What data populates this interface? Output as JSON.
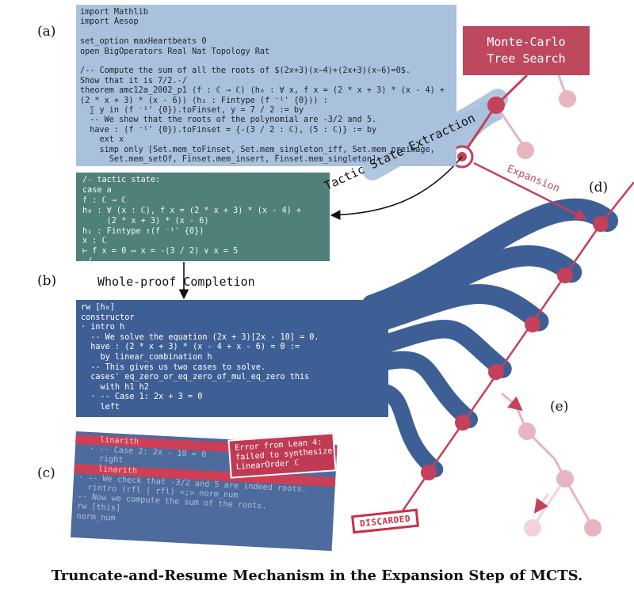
{
  "labels": {
    "a": "(a)",
    "b": "(b)",
    "c": "(c)",
    "d": "(d)",
    "e": "(e)"
  },
  "mcts_title": [
    "Monte-Carlo",
    "Tree Search"
  ],
  "arrows": {
    "expansion": "Expansion",
    "tactic_state_extraction": "Tactic State Extraction",
    "whole_proof_completion": "Whole-proof Completion"
  },
  "code_a": [
    "import Mathlib",
    "import Aesop",
    "",
    "set_option maxHeartbeats 0",
    "open BigOperators Real Nat Topology Rat",
    "",
    "/-- Compute the sum of all the roots of $(2x+3)(x−4)+(2x+3)(x−6)=0$.",
    "Show that it is 7/2.-/",
    "theorem amc12a_2002_p1 (f : ℂ → ℂ) (h₀ : ∀ x, f x = (2 * x + 3) * (x - 4) +",
    "(2 * x + 3) * (x - 6)) (h₁ : Fintype (f ⁻¹' {0})) :",
    "  ∑ y in (f ⁻¹' {0}).toFinset, y = 7 / 2 := by",
    "  -- We show that the roots of the polynomial are -3/2 and 5.",
    "  have : (f ⁻¹' {0}).toFinset = {-(3 / 2 : ℂ), (5 : ℂ)} := by",
    "    ext x",
    "    simp only [Set.mem_toFinset, Set.mem_singleton_iff, Set.mem_preimage,",
    "      Set.mem_setOf, Finset.mem_insert, Finset.mem_singleton]"
  ],
  "tactic_state": [
    "/- tactic state:",
    "case a",
    "f : ℂ → ℂ",
    "h₀ : ∀ (x : ℂ), f x = (2 * x + 3) * (x - 4) +",
    "     (2 * x + 3) * (x - 6)",
    "h₁ : Fintype ↑(f ⁻¹' {0})",
    "x : ℂ",
    "⊢ f x = 0 ↔ x = -(3 / 2) ∨ x = 5",
    "-/"
  ],
  "code_b": [
    "rw [h₀]",
    "constructor",
    "· intro h",
    "  -- We solve the equation (2x + 3)[2x - 10] = 0.",
    "  have : (2 * x + 3) * (x - 4 + x - 6) = 0 :=",
    "    by linear_combination h",
    "  -- This gives us two cases to solve.",
    "  cases' eq_zero_or_eq_zero_of_mul_eq_zero this",
    "    with h1 h2",
    "  · -- Case 1: 2x + 3 = 0",
    "    left"
  ],
  "code_c": [
    "    linarith",
    "  · -- Case 2: 2x - 10 = 0",
    "    right",
    "    linarith",
    "· -- We check that -3/2 and 5 are indeed roots.",
    "  rintro (rfl | rfl) <;> norm_num",
    "-- Now we compute the sum of the roots.",
    "rw [this]",
    "norm_num"
  ],
  "code_c_highlight_rows": [
    0,
    3
  ],
  "error_message": [
    "Error from Lean 4:",
    "failed to synthesize",
    "LinearOrder ℂ"
  ],
  "discarded": "DISCARDED",
  "caption": "Truncate-and-Resume Mechanism in the Expansion Step of MCTS.",
  "colors": {
    "code_a_bg": "#a9c1dc",
    "tactic_bg": "#4f8179",
    "code_b_bg": "#3e5f95",
    "accent_red": "#be485e",
    "node_strong": "#c5405a",
    "node_faint": "#e7b4bf",
    "node_fainter": "#f1d3d9"
  },
  "tree": {
    "fan_branches": 6
  }
}
